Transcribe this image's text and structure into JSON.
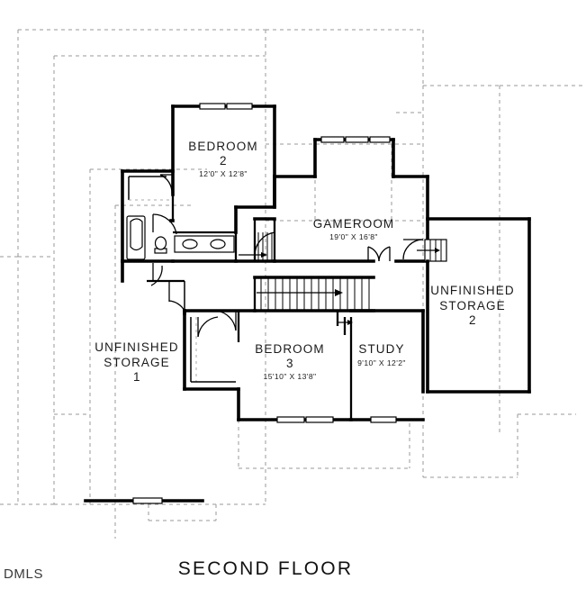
{
  "document": {
    "title": "SECOND FLOOR",
    "watermark": "DMLS",
    "type": "architectural-floor-plan"
  },
  "rooms": [
    {
      "id": "bedroom2",
      "name": "BEDROOM",
      "number": "2",
      "dimensions": "12'0\" X 12'8\""
    },
    {
      "id": "gameroom",
      "name": "GAMEROOM",
      "number": "",
      "dimensions": "19'0\" X 16'8\""
    },
    {
      "id": "storage2",
      "name": "UNFINISHED STORAGE",
      "line1": "UNFINISHED",
      "line2": "STORAGE",
      "number": "2",
      "dimensions": ""
    },
    {
      "id": "storage1",
      "name": "UNFINISHED STORAGE",
      "line1": "UNFINISHED",
      "line2": "STORAGE",
      "number": "1",
      "dimensions": ""
    },
    {
      "id": "bedroom3",
      "name": "BEDROOM",
      "number": "3",
      "dimensions": "15'10\" X 13'8\""
    },
    {
      "id": "study",
      "name": "STUDY",
      "number": "",
      "dimensions": "9'10\" X 12'2\""
    }
  ],
  "labels": {
    "bedroom2_name": "BEDROOM",
    "bedroom2_num": "2",
    "bedroom2_dim": "12'0\" X 12'8\"",
    "gameroom_name": "GAMEROOM",
    "gameroom_dim": "19'0\" X 16'8\"",
    "storage2_l1": "UNFINISHED",
    "storage2_l2": "STORAGE",
    "storage2_num": "2",
    "storage1_l1": "UNFINISHED",
    "storage1_l2": "STORAGE",
    "storage1_num": "1",
    "bedroom3_name": "BEDROOM",
    "bedroom3_num": "3",
    "bedroom3_dim": "15'10\" X 13'8\"",
    "study_name": "STUDY",
    "study_dim": "9'10\" X 12'2\"",
    "plan_title": "SECOND FLOOR",
    "watermark": "DMLS"
  },
  "features": {
    "stairs_main": "main-staircase-up",
    "stairs_secondary": "secondary-stair-run",
    "bathroom_fixtures": [
      "bathtub",
      "toilet",
      "double-vanity-sink"
    ],
    "doors": 9,
    "windows": 8
  },
  "colors": {
    "wall": "#000000",
    "ghost_outline": "#999999",
    "background": "#ffffff",
    "text": "#1a1a1a"
  }
}
